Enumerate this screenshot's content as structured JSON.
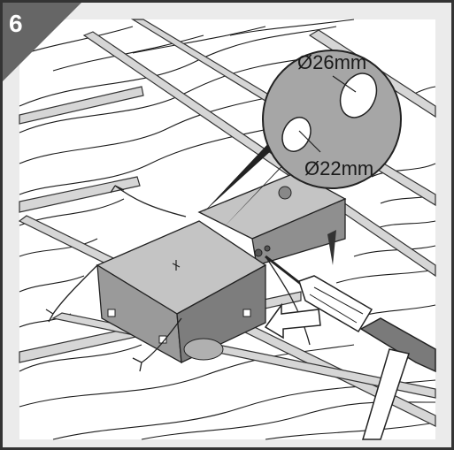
{
  "step": {
    "number": "6"
  },
  "callout": {
    "large_hole_label": "Ø26mm",
    "small_hole_label": "Ø22mm"
  },
  "colors": {
    "background": "#ebebeb",
    "border": "#333333",
    "step_badge": "#666666",
    "box_face": "#9a9a9a",
    "box_top": "#c4c4c4",
    "box_side": "#7d7d7d",
    "callout_fill": "#a6a6a6",
    "rebar": "#b5b5b5"
  },
  "icons": [
    "joist-floor-texture",
    "rebar-grid",
    "junction-box",
    "screwdriver",
    "hammer",
    "push-arrow",
    "knockout-holes-magnifier"
  ]
}
